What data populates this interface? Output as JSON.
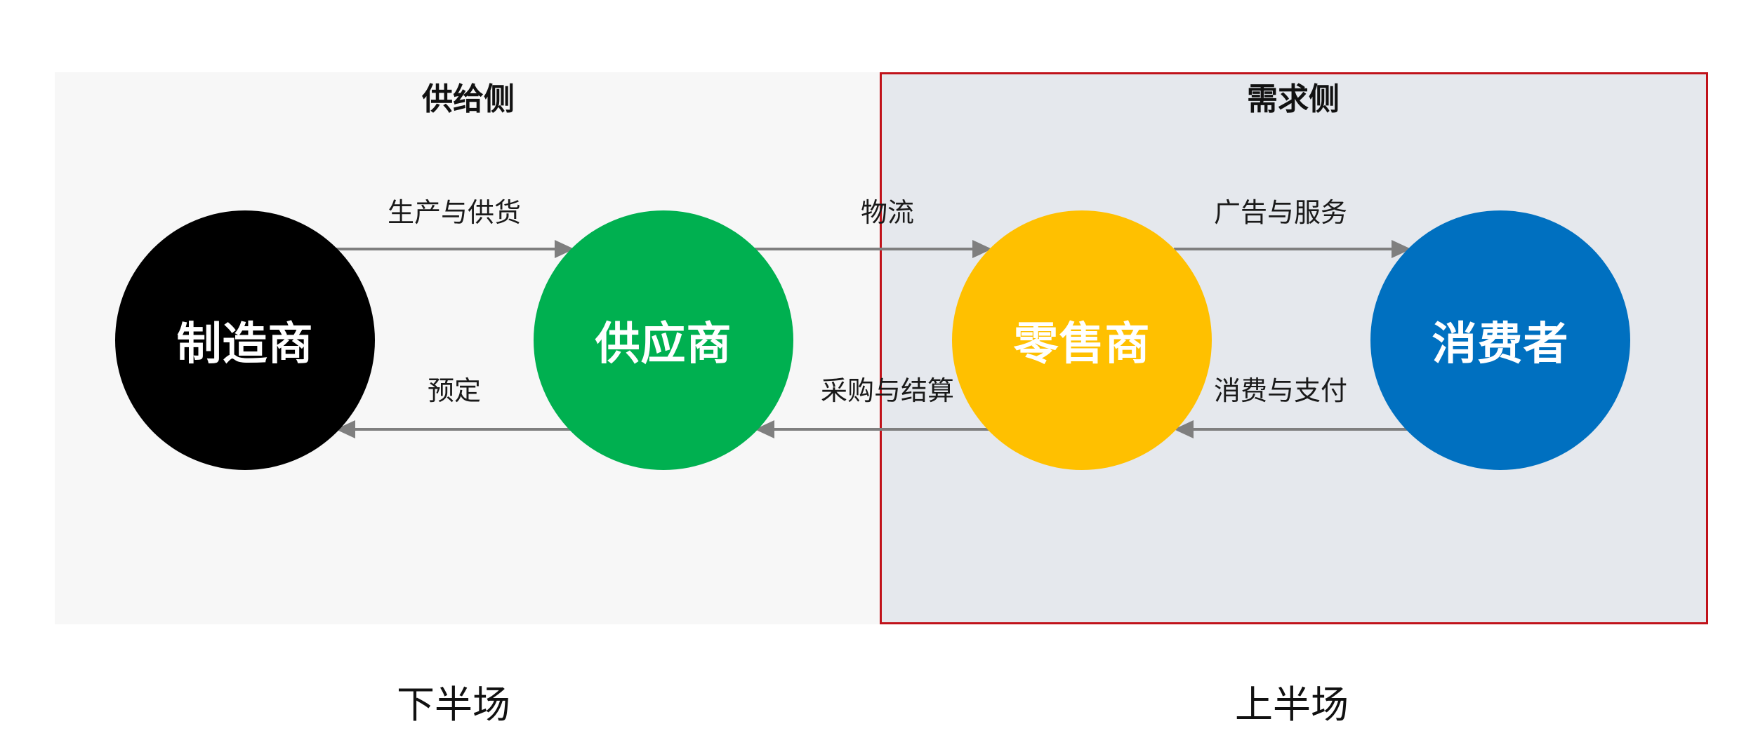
{
  "panels": {
    "supply": {
      "title": "供给侧"
    },
    "demand": {
      "title": "需求侧"
    }
  },
  "nodes": [
    {
      "id": "manufacturer",
      "label": "制造商",
      "color": "#000000"
    },
    {
      "id": "supplier",
      "label": "供应商",
      "color": "#00b050"
    },
    {
      "id": "retailer",
      "label": "零售商",
      "color": "#ffc000"
    },
    {
      "id": "consumer",
      "label": "消费者",
      "color": "#0070c0"
    }
  ],
  "flows": {
    "forward": [
      "生产与供货",
      "物流",
      "广告与服务"
    ],
    "backward": [
      "预定",
      "采购与结算",
      "消费与支付"
    ]
  },
  "halves": {
    "lower": "下半场",
    "upper": "上半场"
  },
  "colors": {
    "arrow": "#7f7f7f",
    "demand_border": "#c0121a"
  }
}
